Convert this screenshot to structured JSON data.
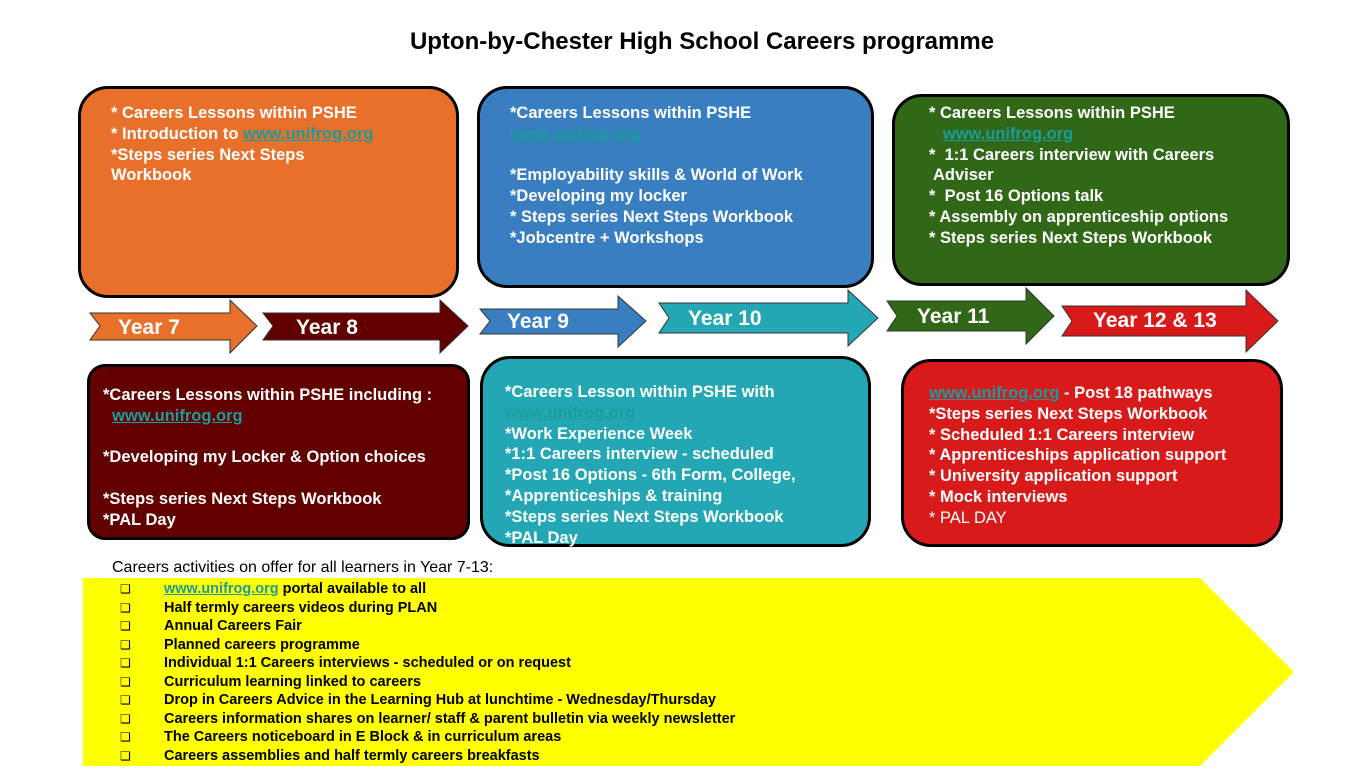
{
  "title": "Upton-by-Chester High School Careers programme",
  "colors": {
    "orange": "#e8702a",
    "blue": "#3a7ec2",
    "green": "#306818",
    "maroon": "#620000",
    "teal": "#23a7b4",
    "red": "#d81a1a",
    "yellow": "#ffff00",
    "link": "#1a9c9c"
  },
  "year_arrows": [
    {
      "label": "Year 7"
    },
    {
      "label": "Year 8"
    },
    {
      "label": "Year 9"
    },
    {
      "label": "Year 10"
    },
    {
      "label": "Year 11"
    },
    {
      "label": "Year 12 & 13"
    }
  ],
  "boxes": {
    "year7": {
      "lines": [
        {
          "text": "* Careers Lessons within PSHE"
        },
        {
          "text": "* Introduction to ",
          "link": "www.unifrog.org"
        },
        {
          "text": "*Steps series Next Steps"
        },
        {
          "text": "Workbook"
        }
      ]
    },
    "year9": {
      "lines": [
        {
          "text": "*Careers Lessons within PSHE"
        },
        {
          "text": "",
          "link": "www.unifrog.org"
        },
        {
          "text": ""
        },
        {
          "text": "*Employability skills & World of Work"
        },
        {
          "text": "*Developing my locker"
        },
        {
          "text": "* Steps series Next Steps Workbook"
        },
        {
          "text": "*Jobcentre + Workshops"
        }
      ]
    },
    "year11": {
      "lines": [
        {
          "text": "* Careers Lessons within PSHE"
        },
        {
          "text": "   ",
          "link": "www.unifrog.org"
        },
        {
          "text": "*  1:1 Careers interview with Careers"
        },
        {
          "text": " Adviser"
        },
        {
          "text": "*  Post 16 Options talk"
        },
        {
          "text": "* Assembly on apprenticeship options"
        },
        {
          "text": "* Steps series Next Steps Workbook"
        }
      ]
    },
    "year8": {
      "lines": [
        {
          "text": "*Careers Lessons within PSHE including :"
        },
        {
          "text": "  ",
          "link": "www.unifrog.org"
        },
        {
          "text": ""
        },
        {
          "text": "*Developing my Locker & Option choices"
        },
        {
          "text": ""
        },
        {
          "text": "*Steps series Next Steps Workbook"
        },
        {
          "text": "*PAL Day"
        }
      ]
    },
    "year10": {
      "lines": [
        {
          "text": "*Careers Lesson within PSHE with"
        },
        {
          "text": "",
          "link": "www.unifrog.org"
        },
        {
          "text": "*Work Experience Week"
        },
        {
          "text": "*1:1 Careers interview - scheduled"
        },
        {
          "text": "*Post 16 Options - 6th Form, College,"
        },
        {
          "text": "*Apprenticeships & training"
        },
        {
          "text": "*Steps series Next Steps Workbook"
        },
        {
          "text": "*PAL Day"
        }
      ]
    },
    "year12": {
      "lines": [
        {
          "text": "",
          "link": "www.unifrog.org",
          "after": " - Post 18 pathways"
        },
        {
          "text": "*Steps series Next Steps Workbook"
        },
        {
          "text": "* Scheduled 1:1 Careers interview"
        },
        {
          "text": "* Apprenticeships application support"
        },
        {
          "text": "* University application support"
        },
        {
          "text": "* Mock interviews"
        },
        {
          "text": "* PAL DAY",
          "normal": true
        }
      ]
    }
  },
  "activities": {
    "heading": "Careers activities on offer for all learners in Year 7-13:",
    "bullet": "❑",
    "items": [
      {
        "link": "www.unifrog.org",
        "text": " portal available to all"
      },
      {
        "text": "Half termly careers videos during PLAN"
      },
      {
        "text": "Annual Careers Fair"
      },
      {
        "text": "Planned careers programme"
      },
      {
        "text": "Individual 1:1 Careers interviews - scheduled or on request"
      },
      {
        "text": "Curriculum learning linked to careers"
      },
      {
        "text": "Drop in Careers Advice in the Learning Hub at lunchtime - Wednesday/Thursday"
      },
      {
        "text": "Careers information shares on learner/ staff & parent bulletin via weekly newsletter"
      },
      {
        "text": "The Careers noticeboard in E Block & in curriculum areas"
      },
      {
        "text": "Careers assemblies and half termly careers breakfasts"
      }
    ]
  }
}
